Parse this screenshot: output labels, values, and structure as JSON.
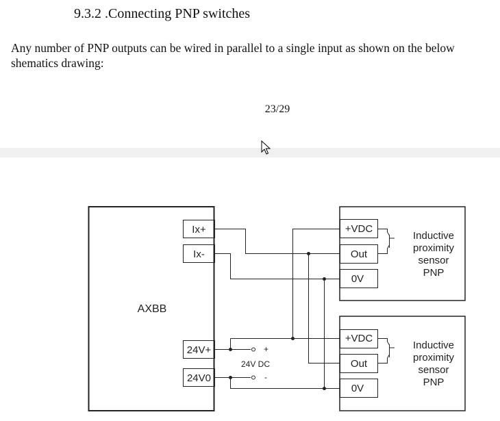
{
  "document": {
    "heading": "9.3.2 .Connecting PNP switches",
    "paragraph_line1": "Any number of PNP outputs can be wired in parallel to a single input as shown on the below",
    "paragraph_line2": "shematics drawing:",
    "page_number": "23/29"
  },
  "schematic": {
    "controller_label": "AXBB",
    "terminals": {
      "ix_plus": "Ix+",
      "ix_minus": "Ix-",
      "v24_plus": "24V+",
      "v24_zero": "24V0"
    },
    "supply": {
      "label": "24V DC",
      "plus": "+",
      "minus": "-"
    },
    "sensor1": {
      "vdc": "+VDC",
      "out": "Out",
      "ov": "0V",
      "desc_line1": "Inductive",
      "desc_line2": "proximity",
      "desc_line3": "sensor",
      "desc_line4": "PNP"
    },
    "sensor2": {
      "vdc": "+VDC",
      "out": "Out",
      "ov": "0V",
      "desc_line1": "Inductive",
      "desc_line2": "proximity",
      "desc_line3": "sensor",
      "desc_line4": "PNP"
    }
  },
  "icons": {
    "cursor": "mouse-pointer-icon"
  }
}
